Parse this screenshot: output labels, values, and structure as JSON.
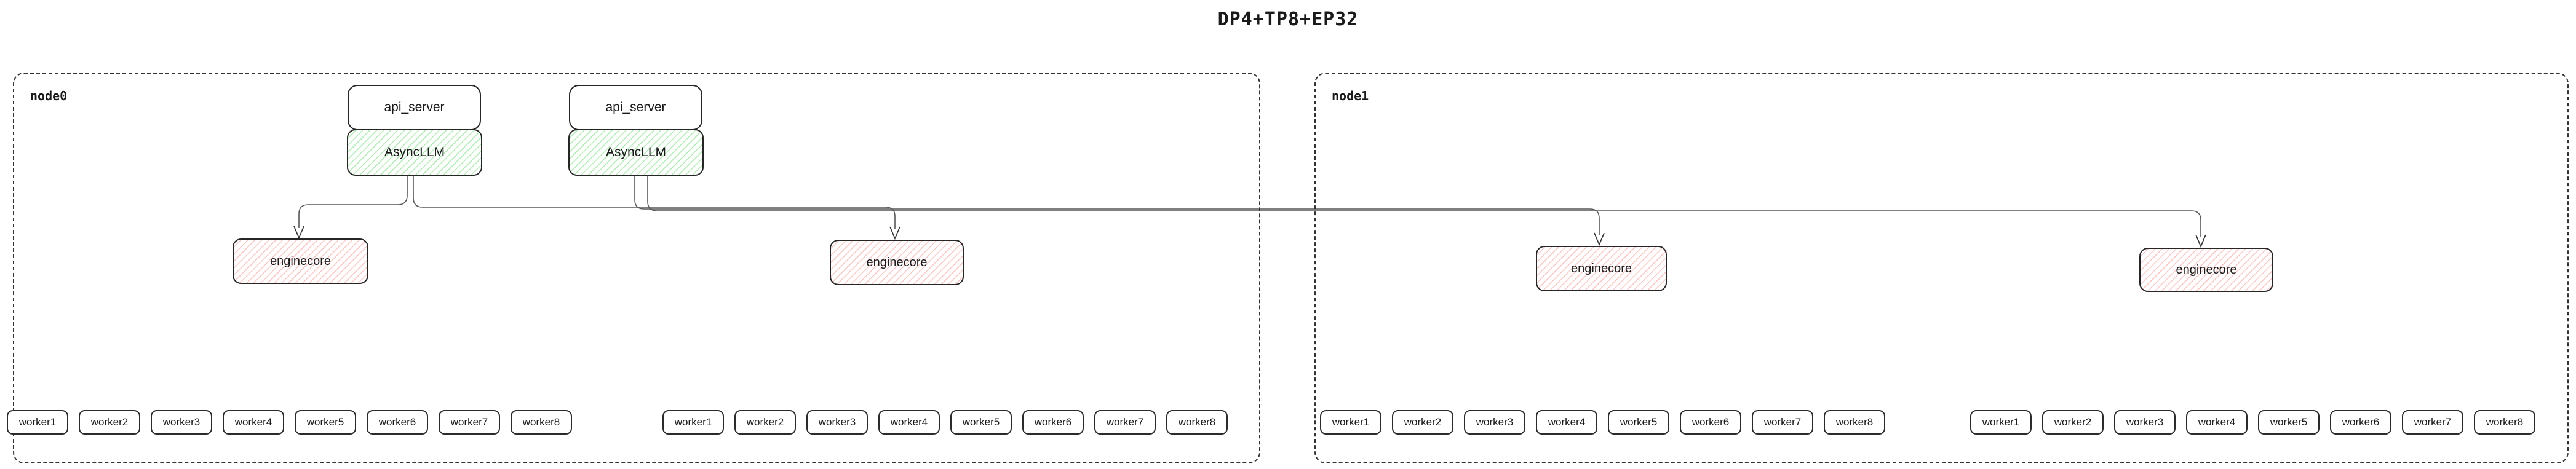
{
  "title": "DP4+TP8+EP32",
  "diagram": {
    "nodes": [
      {
        "label": "node0",
        "api_servers": [
          "api_server",
          "api_server"
        ],
        "asyncllms": [
          "AsyncLLM",
          "AsyncLLM"
        ],
        "enginecores": [
          "enginecore",
          "enginecore"
        ]
      },
      {
        "label": "node1",
        "enginecores": [
          "enginecore",
          "enginecore"
        ]
      }
    ],
    "worker_labels": [
      "worker1",
      "worker2",
      "worker3",
      "worker4",
      "worker5",
      "worker6",
      "worker7",
      "worker8"
    ],
    "edges": [
      {
        "from": "node0 AsyncLLM #1",
        "to": "node0 enginecore #1"
      },
      {
        "from": "node0 AsyncLLM #1",
        "to": "node0 enginecore #2"
      },
      {
        "from": "node0 AsyncLLM #2",
        "to": "node1 enginecore #1"
      },
      {
        "from": "node0 AsyncLLM #2",
        "to": "node1 enginecore #2"
      }
    ],
    "colors": {
      "background": "#ffffff",
      "box_border": "#262626",
      "node_border_dashed": "#333333",
      "asyncllm_hatch_green": "#8fe096",
      "enginecore_hatch_red": "#f0a09b",
      "edge_line": "#575757",
      "text": "#1a1a1a"
    }
  }
}
